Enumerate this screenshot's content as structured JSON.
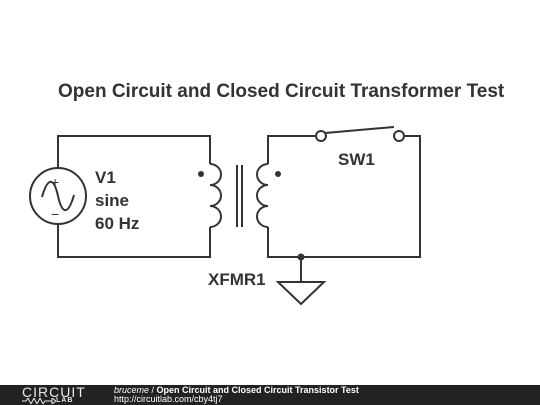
{
  "diagram": {
    "title": "Open Circuit and Closed Circuit Transformer Test",
    "source": {
      "name": "V1",
      "waveform": "sine",
      "frequency": "60 Hz",
      "plus_sign": "+",
      "minus_sign": "−"
    },
    "transformer": {
      "name": "XFMR1"
    },
    "switch": {
      "name": "SW1"
    }
  },
  "footer": {
    "logo_top": "CIRCUIT",
    "logo_bottom": "LAB",
    "user": "bruceme",
    "separator": " / ",
    "title": "Open Circuit and Closed Circuit Transistor Test",
    "url": "http://circuitlab.com/cby4tj7"
  },
  "colors": {
    "ink": "#333333",
    "footer_bg": "#222222"
  }
}
